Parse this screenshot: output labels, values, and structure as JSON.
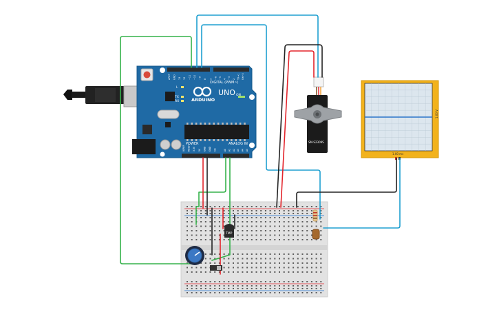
{
  "colors": {
    "arduino_board": "#1f6aa5",
    "arduino_dark": "#134d7c",
    "breadboard": "#e2e2e2",
    "wire_green": "#35b24a",
    "wire_blue": "#1e9fd0",
    "wire_red": "#e3242b",
    "wire_black": "#222222",
    "oscilloscope_frame": "#f2b21c",
    "oscilloscope_screen": "#dce6ee",
    "oscilloscope_trace": "#2a74c9"
  },
  "arduino": {
    "brand": "ARDUINO",
    "model": "UNO",
    "digital_label": "DIGITAL (PWM~)",
    "power_label": "POWER",
    "analog_label": "ANALOG IN",
    "on_label": "ON",
    "tx_label": "TX",
    "rx_label": "RX",
    "l_label": "L",
    "digital_pins": [
      "AREF",
      "GND",
      "13",
      "12",
      "~11",
      "~10",
      "~9",
      "8",
      "7",
      "~6",
      "~5",
      "4",
      "~3",
      "2",
      "TX→1",
      "RX←0"
    ],
    "power_pins": [
      "IOREF",
      "RESET",
      "3.3V",
      "5V",
      "GND",
      "GND",
      "Vin"
    ],
    "analog_pins": [
      "A0",
      "A1",
      "A2",
      "A3",
      "A4",
      "A5"
    ]
  },
  "servo": {
    "label": "SM-S2309S"
  },
  "sensor": {
    "label": "TMP"
  },
  "oscilloscope": {
    "bottom_label": "1.00 ms",
    "side_label": "1.00 V"
  },
  "usb_cable": {
    "icon": "usb-plug-icon"
  }
}
